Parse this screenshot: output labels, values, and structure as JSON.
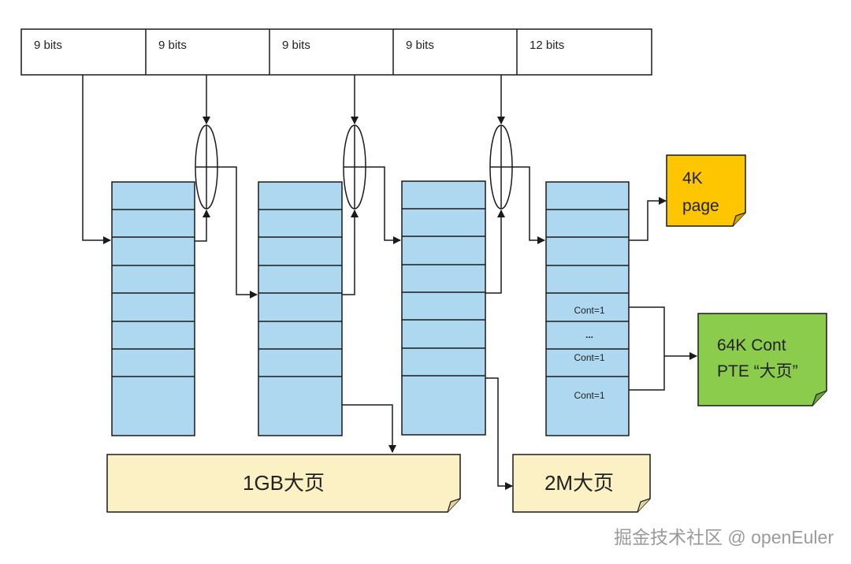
{
  "bit_fields": [
    "9 bits",
    "9 bits",
    "9 bits",
    "9 bits",
    "12 bits"
  ],
  "tables": {
    "l3_entries": [
      "Cont=1",
      "...",
      "Cont=1",
      "Cont=1"
    ]
  },
  "pages": {
    "page_4k": [
      "4K",
      "page"
    ],
    "page_64k": [
      "64K Cont",
      "PTE “大页”"
    ],
    "page_1gb": "1GB大页",
    "page_2m": "2M大页"
  },
  "watermark": "掘金技术社区 @ openEuler",
  "colors": {
    "table_fill": "#aed8f0",
    "page_4k": "#fdc600",
    "page_64k": "#8ccc4c",
    "huge_page": "#fcf1c4",
    "line": "#1a1a1a"
  }
}
